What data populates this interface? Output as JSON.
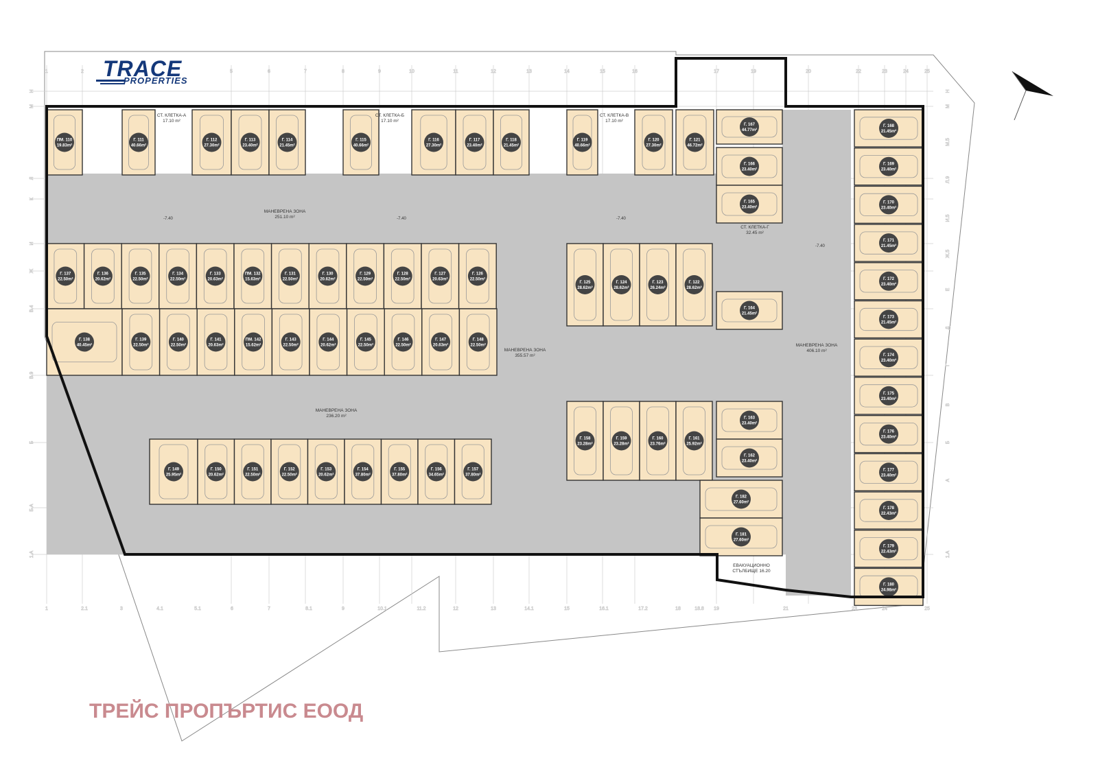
{
  "brand": {
    "logo_top": "TRACE",
    "logo_bottom": "PROPERTIES"
  },
  "company_name": "ТРЕЙС ПРОПЪРТИС ЕООД",
  "grid_top": [
    "1",
    "2",
    "5",
    "6",
    "7",
    "8",
    "9",
    "10",
    "11",
    "12",
    "13",
    "14",
    "15",
    "16",
    "17",
    "19",
    "20",
    "22",
    "23",
    "24",
    "25"
  ],
  "grid_bottom": [
    "1",
    "2.1",
    "3",
    "4.1",
    "5.1",
    "6",
    "7",
    "8.1",
    "9",
    "10.1",
    "11.2",
    "12",
    "13",
    "14.1",
    "15",
    "16.1",
    "17.2",
    "18",
    "18.8",
    "19",
    "21",
    "23",
    "24",
    "25"
  ],
  "grid_left": [
    "Н",
    "М",
    "Л",
    "К",
    "И",
    "Ж",
    "В.4",
    "В.9",
    "Б",
    "Б.А",
    "1.А"
  ],
  "grid_right": [
    "Н",
    "М",
    "М.5",
    "Л.9",
    "И.5",
    "Ж.5",
    "Е",
    "Д",
    "Г",
    "В",
    "Б",
    "А",
    "1.А"
  ],
  "stairs": [
    {
      "name": "СТ. КЛЕТКА-А",
      "area": "17.10 m²"
    },
    {
      "name": "СТ. КЛЕТКА-Б",
      "area": "17.10 m²"
    },
    {
      "name": "СТ. КЛЕТКА-В",
      "area": "17.10 m²"
    },
    {
      "name": "СТ. КЛЕТКА-Г",
      "area": "32.45 m²"
    }
  ],
  "zones": [
    {
      "name": "МАНЕВРЕНА ЗОНА",
      "area": "251.10 m²"
    },
    {
      "name": "МАНЕВРЕНА ЗОНА",
      "area": "355.57 m²"
    },
    {
      "name": "МАНЕВРЕНА ЗОНА",
      "area": "236.20 m²"
    },
    {
      "name": "МАНЕВРЕНА ЗОНА",
      "area": "406.10 m²"
    }
  ],
  "levels": [
    "-7.40",
    "-7.40",
    "-7.40",
    "-7.40"
  ],
  "evac": {
    "line1": "ЕВАКУАЦИОННО",
    "line2": "СТЪЛБИЩЕ 16.20"
  },
  "spots": [
    {
      "name": "ПМ. 110",
      "area": "19.83m²"
    },
    {
      "name": "Г. 111",
      "area": "40.66m²"
    },
    {
      "name": "Г. 112",
      "area": "27.30m²"
    },
    {
      "name": "Г. 113",
      "area": "23.40m²"
    },
    {
      "name": "Г. 114",
      "area": "21.45m²"
    },
    {
      "name": "Г. 115",
      "area": "40.66m²"
    },
    {
      "name": "Г. 116",
      "area": "27.30m²"
    },
    {
      "name": "Г. 117",
      "area": "23.40m²"
    },
    {
      "name": "Г. 118",
      "area": "21.45m²"
    },
    {
      "name": "Г. 119",
      "area": "40.66m²"
    },
    {
      "name": "Г. 120",
      "area": "27.30m²"
    },
    {
      "name": "Г. 121",
      "area": "46.72m²"
    },
    {
      "name": "Г. 137",
      "area": "22.50m²"
    },
    {
      "name": "Г. 136",
      "area": "20.62m²"
    },
    {
      "name": "Г. 135",
      "area": "22.50m²"
    },
    {
      "name": "Г. 134",
      "area": "22.50m²"
    },
    {
      "name": "Г. 133",
      "area": "20.63m²"
    },
    {
      "name": "ПМ. 132",
      "area": "15.63m²"
    },
    {
      "name": "Г. 131",
      "area": "22.50m²"
    },
    {
      "name": "Г. 130",
      "area": "20.62m²"
    },
    {
      "name": "Г. 129",
      "area": "22.50m²"
    },
    {
      "name": "Г. 128",
      "area": "22.50m²"
    },
    {
      "name": "Г. 127",
      "area": "20.63m²"
    },
    {
      "name": "Г. 126",
      "area": "22.50m²"
    },
    {
      "name": "Г. 138",
      "area": "40.45m²"
    },
    {
      "name": "Г. 139",
      "area": "22.50m²"
    },
    {
      "name": "Г. 140",
      "area": "22.50m²"
    },
    {
      "name": "Г. 141",
      "area": "20.63m²"
    },
    {
      "name": "ПМ. 142",
      "area": "15.62m²"
    },
    {
      "name": "Г. 143",
      "area": "22.50m²"
    },
    {
      "name": "Г. 144",
      "area": "20.62m²"
    },
    {
      "name": "Г. 145",
      "area": "22.50m²"
    },
    {
      "name": "Г. 146",
      "area": "22.50m²"
    },
    {
      "name": "Г. 147",
      "area": "20.63m²"
    },
    {
      "name": "Г. 148",
      "area": "22.50m²"
    },
    {
      "name": "Г. 149",
      "area": "25.95m²"
    },
    {
      "name": "Г. 150",
      "area": "20.62m²"
    },
    {
      "name": "Г. 151",
      "area": "22.50m²"
    },
    {
      "name": "Г. 152",
      "area": "22.50m²"
    },
    {
      "name": "Г. 153",
      "area": "20.62m²"
    },
    {
      "name": "Г. 154",
      "area": "37.80m²"
    },
    {
      "name": "Г. 155",
      "area": "37.80m²"
    },
    {
      "name": "Г. 156",
      "area": "34.65m²"
    },
    {
      "name": "Г. 157",
      "area": "37.80m²"
    },
    {
      "name": "Г. 125",
      "area": "28.62m²"
    },
    {
      "name": "Г. 124",
      "area": "28.62m²"
    },
    {
      "name": "Г. 123",
      "area": "26.24m²"
    },
    {
      "name": "Г. 122",
      "area": "28.62m²"
    },
    {
      "name": "Г. 158",
      "area": "23.28m²"
    },
    {
      "name": "Г. 159",
      "area": "23.28m²"
    },
    {
      "name": "Г. 160",
      "area": "23.76m²"
    },
    {
      "name": "Г. 161",
      "area": "25.92m²"
    },
    {
      "name": "Г. 167",
      "area": "44.77m²"
    },
    {
      "name": "Г. 166",
      "area": "23.40m²"
    },
    {
      "name": "Г. 165",
      "area": "23.40m²"
    },
    {
      "name": "Г. 164",
      "area": "21.45m²"
    },
    {
      "name": "Г. 163",
      "area": "23.40m²"
    },
    {
      "name": "Г. 162",
      "area": "23.40m²"
    },
    {
      "name": "Г. 182",
      "area": "27.60m²"
    },
    {
      "name": "Г. 181",
      "area": "27.60m²"
    },
    {
      "name": "Г. 168",
      "area": "21.45m²"
    },
    {
      "name": "Г. 169",
      "area": "23.40m²"
    },
    {
      "name": "Г. 170",
      "area": "23.40m²"
    },
    {
      "name": "Г. 171",
      "area": "21.45m²"
    },
    {
      "name": "Г. 172",
      "area": "23.40m²"
    },
    {
      "name": "Г. 173",
      "area": "21.45m²"
    },
    {
      "name": "Г. 174",
      "area": "23.40m²"
    },
    {
      "name": "Г. 175",
      "area": "23.40m²"
    },
    {
      "name": "Г. 176",
      "area": "23.40m²"
    },
    {
      "name": "Г. 177",
      "area": "23.40m²"
    },
    {
      "name": "Г. 178",
      "area": "22.43m²"
    },
    {
      "name": "Г. 179",
      "area": "22.43m²"
    },
    {
      "name": "Г. 180",
      "area": "24.98m²"
    }
  ],
  "colors": {
    "spot": "#f8e4c2",
    "drive": "#c5c5c5",
    "wall": "#111111",
    "badge": "#444444",
    "company": "#c98a8f",
    "brand": "#14387a"
  }
}
